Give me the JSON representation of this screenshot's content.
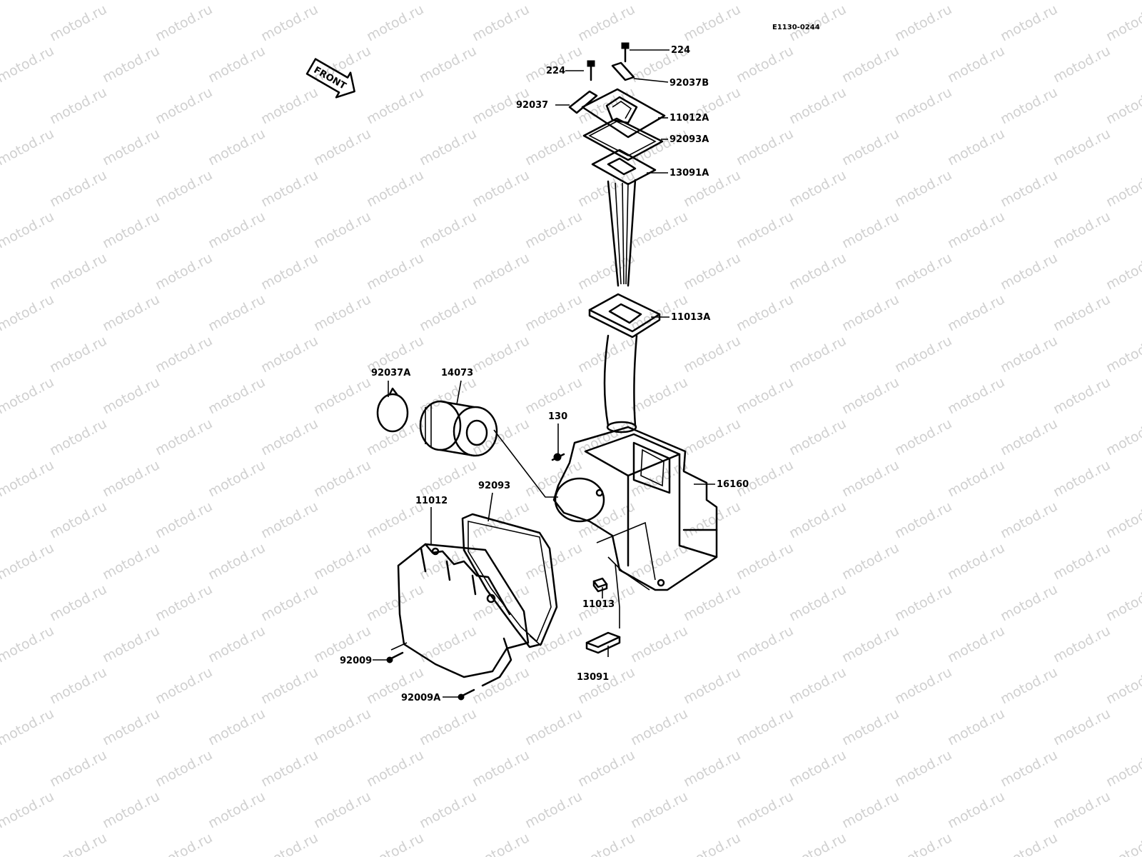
{
  "diagram_code": "E1130-0244",
  "watermark_text": "motod.ru",
  "front_label": "FRONT",
  "callouts": [
    {
      "id": "c-224-right",
      "label": "224"
    },
    {
      "id": "c-224-left",
      "label": "224"
    },
    {
      "id": "c-92037B",
      "label": "92037B"
    },
    {
      "id": "c-92037",
      "label": "92037"
    },
    {
      "id": "c-11012A",
      "label": "11012A"
    },
    {
      "id": "c-92093A",
      "label": "92093A"
    },
    {
      "id": "c-13091A",
      "label": "13091A"
    },
    {
      "id": "c-11013A",
      "label": "11013A"
    },
    {
      "id": "c-92037A",
      "label": "92037A"
    },
    {
      "id": "c-14073",
      "label": "14073"
    },
    {
      "id": "c-130",
      "label": "130"
    },
    {
      "id": "c-16160",
      "label": "16160"
    },
    {
      "id": "c-92093",
      "label": "92093"
    },
    {
      "id": "c-11012",
      "label": "11012"
    },
    {
      "id": "c-11013",
      "label": "11013"
    },
    {
      "id": "c-92009",
      "label": "92009"
    },
    {
      "id": "c-13091",
      "label": "13091"
    },
    {
      "id": "c-92009A",
      "label": "92009A"
    }
  ]
}
